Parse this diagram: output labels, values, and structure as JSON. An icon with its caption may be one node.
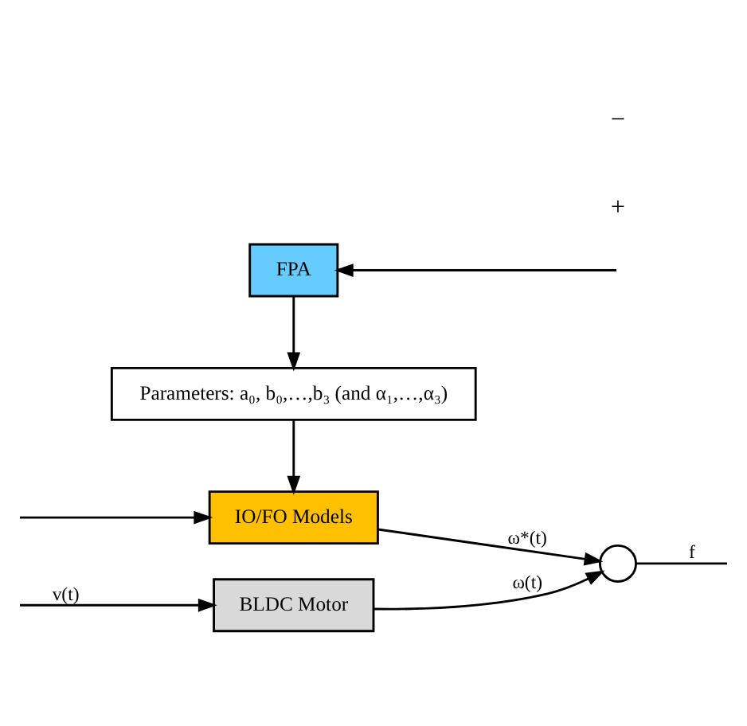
{
  "diagram": {
    "nodes": [
      {
        "text": [
          "BLDC Motor"
        ]
      },
      {
        "text": [
          "IO/FO Models"
        ]
      },
      {
        "text": [],
        "shape": "circle"
      },
      {
        "text": [
          "Parameters: a₀, b₀,…,b₃ (and α₁,…,α₃)"
        ]
      },
      {
        "text": [
          "FPA"
        ]
      }
    ],
    "edges": [
      {
        "from": null,
        "to": 0,
        "arrow": "to",
        "label": "v(t)"
      },
      {
        "from": null,
        "to": 1,
        "arrow": "to"
      },
      {
        "from": 0,
        "to": 2,
        "arrow": "to",
        "label": "ω(t)"
      },
      {
        "from": 1,
        "to": 2,
        "arrow": "to",
        "label": "ω*(t)"
      },
      {
        "from": 2,
        "to": null,
        "arrow": "none",
        "label": "f"
      },
      {
        "from": 3,
        "to": 1,
        "arrow": "to"
      },
      {
        "from": 4,
        "to": 3,
        "arrow": "to"
      },
      {
        "from": null,
        "to": 4,
        "arrow": "to"
      }
    ],
    "labels": [
      "+",
      "−"
    ]
  }
}
